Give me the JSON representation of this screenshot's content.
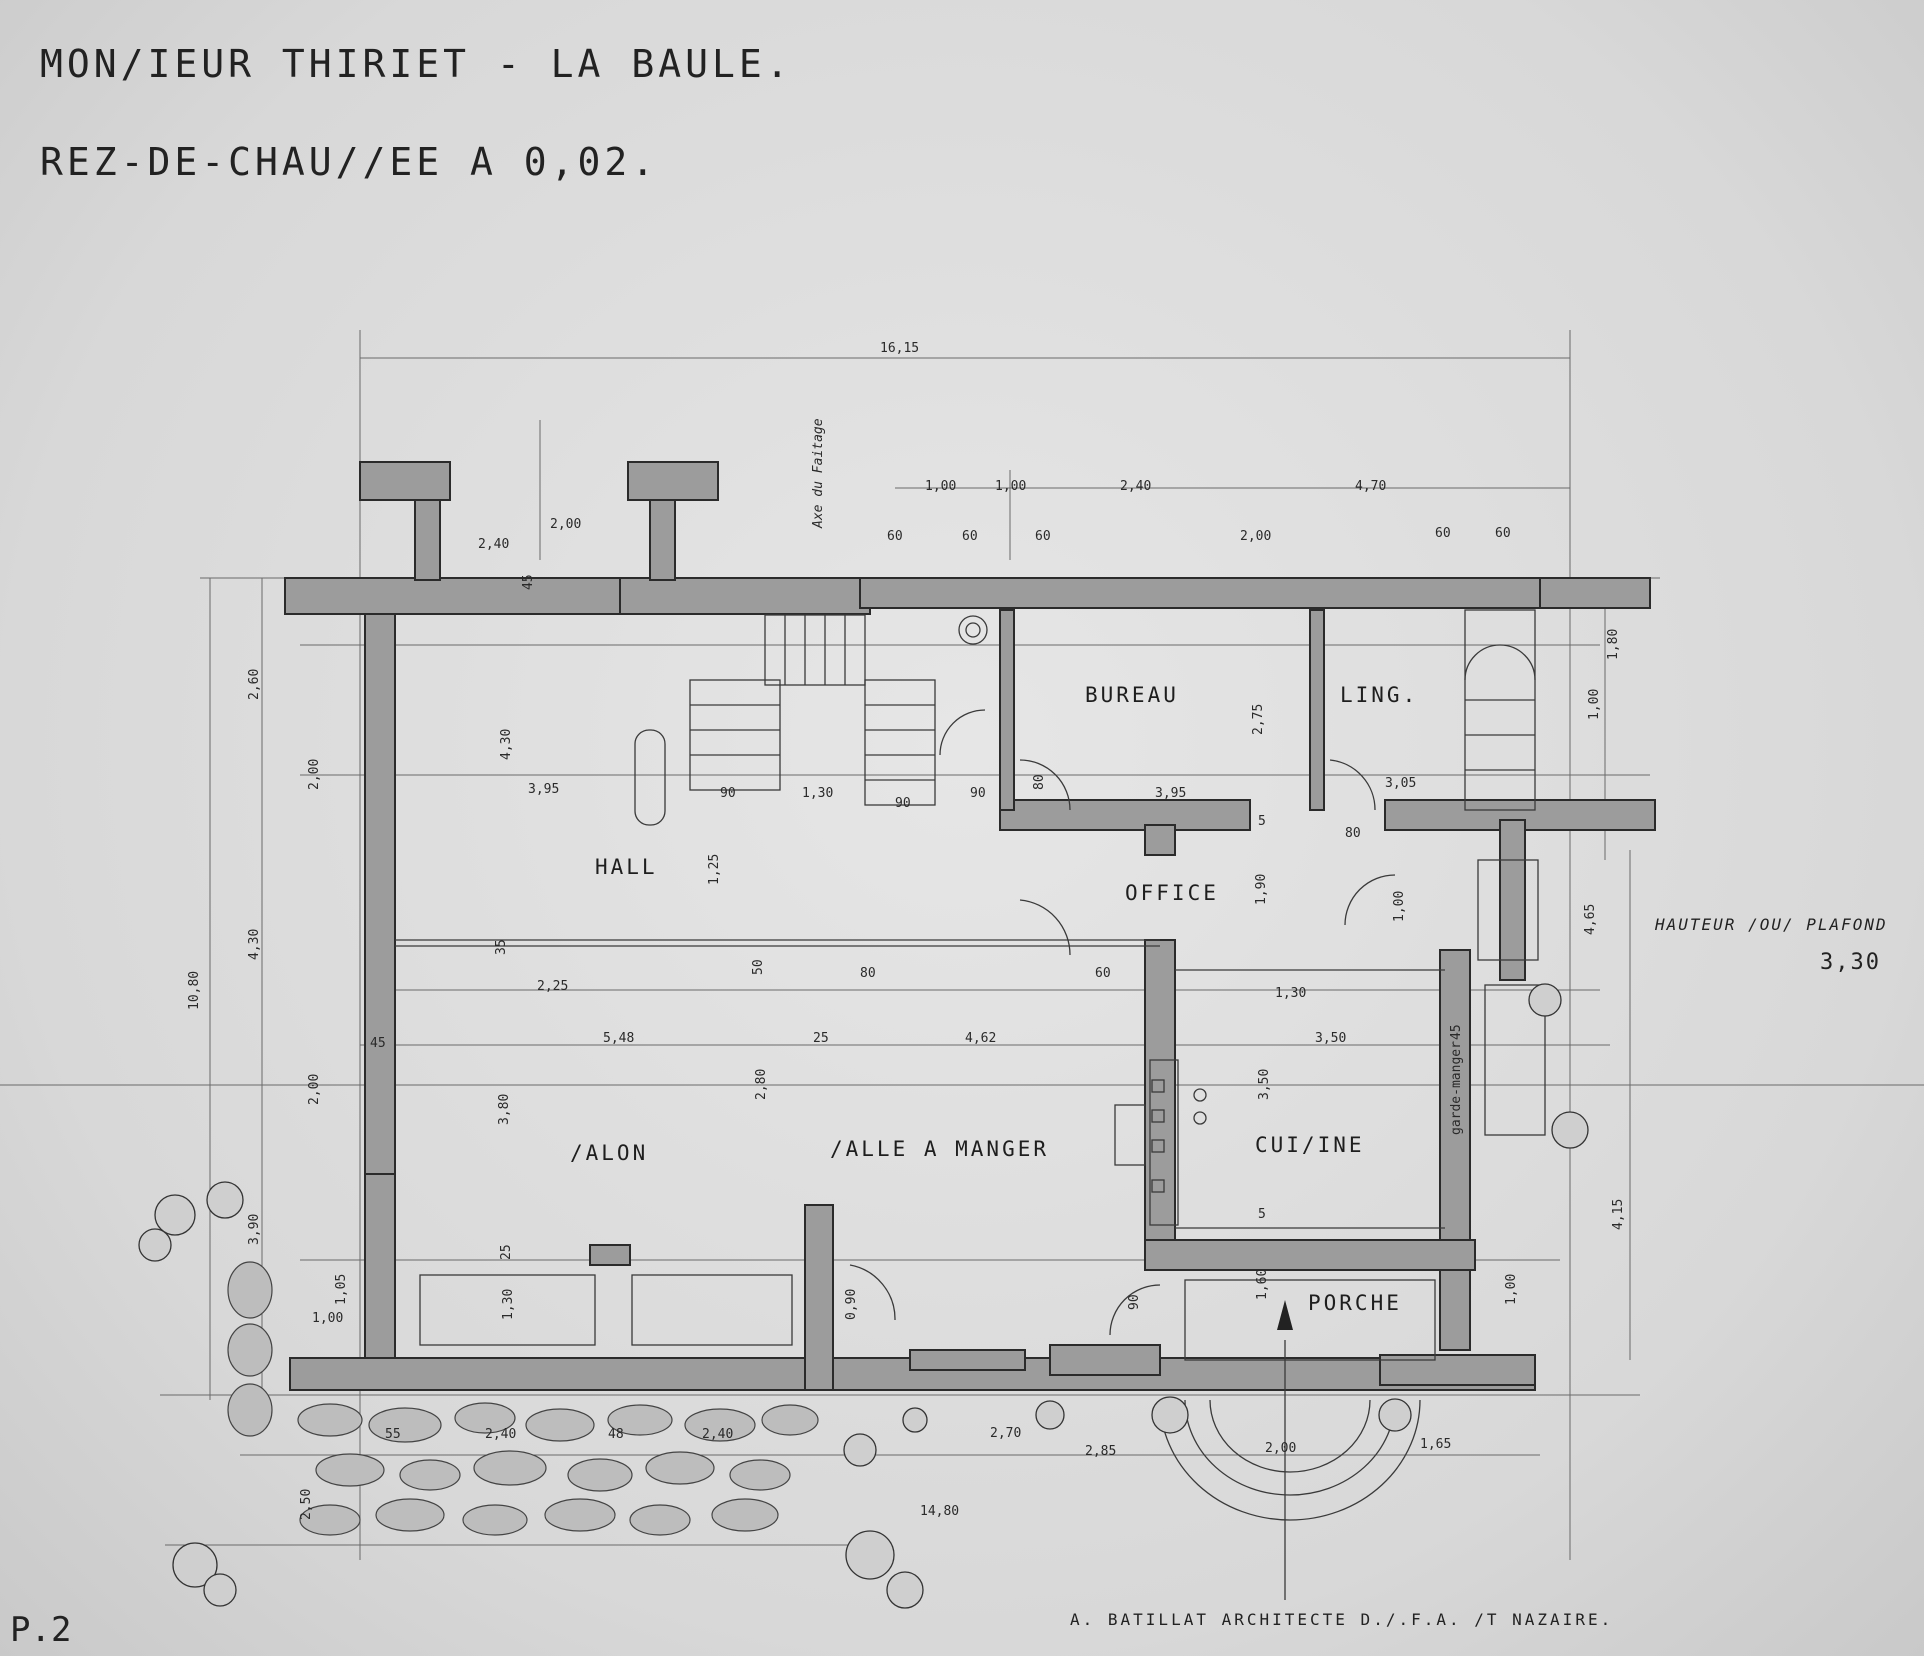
{
  "header": {
    "client": "MON/IEUR THIRIET - LA BAULE.",
    "level": "REZ-DE-CHAU//EE A 0,02."
  },
  "rooms": {
    "hall": "HALL",
    "bureau": "BUREAU",
    "ling": "LING.",
    "office": "OFFICE",
    "salon": "/ALON",
    "salle": "/ALLE A MANGER",
    "cuisine": "CUI/INE",
    "porche": "PORCHE",
    "garde_manger": "garde-manger"
  },
  "annotations": {
    "axe": "Axe du Faitage",
    "ceiling_label": "HAUTEUR /OU/ PLAFOND",
    "ceiling_value": "3,30",
    "signature": "A. BATILLAT  ARCHITECTE D./.F.A.  /T NAZAIRE.",
    "sheet": "P.2"
  },
  "dimensions": {
    "overall_width": "16,15",
    "overall_height": "10,80",
    "bottom_total": "14,80",
    "top_a": "1,00",
    "top_b": "1,00",
    "top_c": "2,40",
    "top_d": "4,70",
    "b1": "2,40",
    "b2": "2,00",
    "p45": "45",
    "s60a": "60",
    "s60b": "60",
    "s60c": "60",
    "w200": "2,00",
    "l60a": "60",
    "l60b": "60",
    "r180": "1,80",
    "r100": "1,00",
    "l260": "2,60",
    "l200": "2,00",
    "h430": "4,30",
    "l430": "4,30",
    "h395": "3,95",
    "h125": "1,25",
    "d90a": "90",
    "d130": "1,30",
    "d90b": "90",
    "d90c": "90",
    "d80a": "80",
    "b395": "3,95",
    "b275": "2,75",
    "l305": "3,05",
    "d80b": "80",
    "o190": "1,90",
    "r100b": "1,00",
    "r465": "4,65",
    "s225": "2,25",
    "s35": "35",
    "s50": "50",
    "s80c": "80",
    "s60d": "60",
    "k130": "1,30",
    "k350": "3,50",
    "k45": "45",
    "m548": "5,48",
    "m462": "4,62",
    "m25": "25",
    "m45": "45",
    "l200b": "2,00",
    "s380": "3,80",
    "s280": "2,80",
    "k350b": "3,50",
    "l390": "3,90",
    "l105": "1,05",
    "l100": "1,00",
    "s130": "1,30",
    "s25b": "25",
    "d90d": "0,90",
    "d90e": "90",
    "p160": "1,60",
    "r100c": "1,00",
    "r415": "4,15",
    "t55": "55",
    "t240a": "2,40",
    "t48": "48",
    "t240b": "2,40",
    "t270": "2,70",
    "t285": "2,85",
    "t200": "2,00",
    "t165": "1,65",
    "l250": "2,50",
    "k5": "5",
    "k5b": "5"
  }
}
